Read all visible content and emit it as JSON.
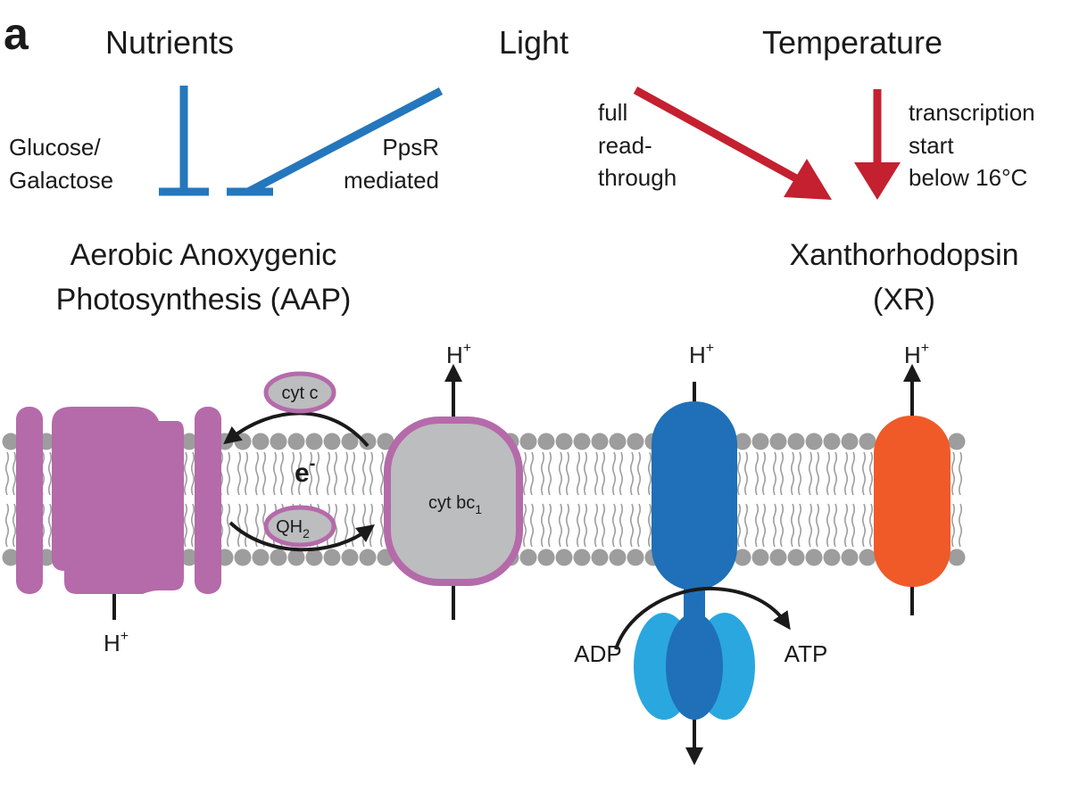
{
  "panel_label": "a",
  "headers": {
    "nutrients": "Nutrients",
    "light": "Light",
    "temperature": "Temperature"
  },
  "regulation": {
    "glucose": [
      "Glucose/",
      "Galactose"
    ],
    "ppsr": [
      "PpsR",
      "mediated"
    ],
    "readthrough": [
      "full",
      "read-",
      "through"
    ],
    "temperature": [
      "transcription",
      "start",
      "below 16°C"
    ]
  },
  "systems": {
    "aap": [
      "Aerobic Anoxygenic",
      "Photosynthesis (AAP)"
    ],
    "xr": [
      "Xanthorhodopsin",
      "(XR)"
    ]
  },
  "labels": {
    "proton": "H",
    "proton_sup": "+",
    "cytc": "cyt c",
    "electron": "e",
    "electron_sup": "-",
    "qh2": "QH",
    "qh2_sub": "2",
    "cytbc": "cyt bc",
    "cytbc_sub": "1",
    "adp": "ADP",
    "atp": "ATP"
  },
  "colors": {
    "inhibition_blue": "#2477bd",
    "activation_red": "#c4202f",
    "aap_purple": "#b56aaa",
    "cytbc_gray": "#bcbdbf",
    "atp_synthase_blue": "#1f70b8",
    "atp_synthase_light": "#2aa7df",
    "xr_orange": "#f05a29",
    "membrane_gray": "#9d9d9d"
  }
}
